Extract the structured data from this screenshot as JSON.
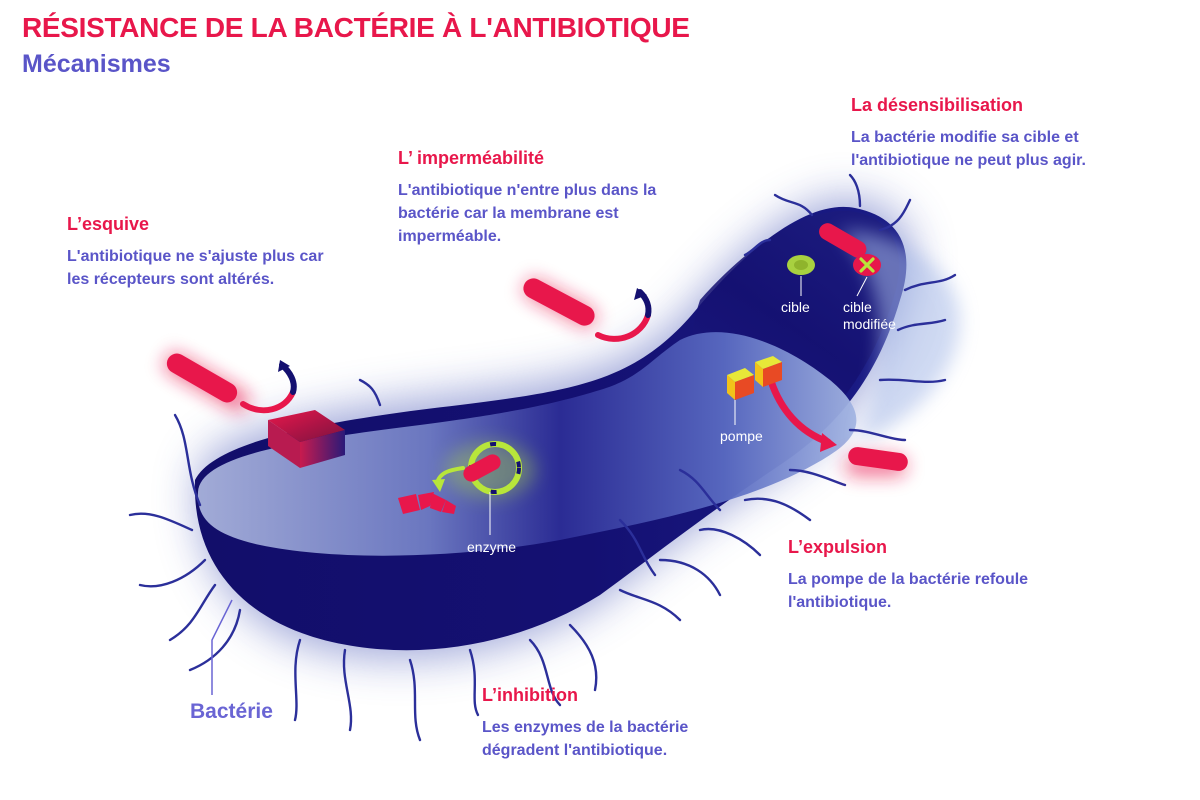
{
  "title": "RÉSISTANCE DE LA BACTÉRIE À L'ANTIBIOTIQUE",
  "subtitle": "Mécanismes",
  "mechanisms": {
    "esquive": {
      "title": "L’esquive",
      "text": "L'antibiotique ne s'ajuste plus car les récepteurs sont altérés."
    },
    "impermeabilite": {
      "title": "L’ imperméabilité",
      "text": "L'antibiotique n'entre plus dans la bactérie car la membrane est imperméable."
    },
    "desensibilisation": {
      "title": "La désensibilisation",
      "text": "La bactérie modifie sa cible et l'antibiotique ne peut plus agir."
    },
    "expulsion": {
      "title": "L’expulsion",
      "text": "La pompe de la bactérie refoule l'antibiotique."
    },
    "inhibition": {
      "title": "L’inhibition",
      "text": "Les enzymes de la bactérie dégradent l'antibiotique."
    }
  },
  "labels": {
    "cible": "cible",
    "cible_modifiee": "cible modifiée",
    "pompe": "pompe",
    "enzyme": "enzyme",
    "bacterie": "Bactérie"
  },
  "colors": {
    "antibiotic": "#e8174b",
    "bacterium_dark": "#141070",
    "bacterium_light": "#9aa6d6",
    "accent_green": "#b8e63a",
    "text_blue": "#5a55c8"
  }
}
